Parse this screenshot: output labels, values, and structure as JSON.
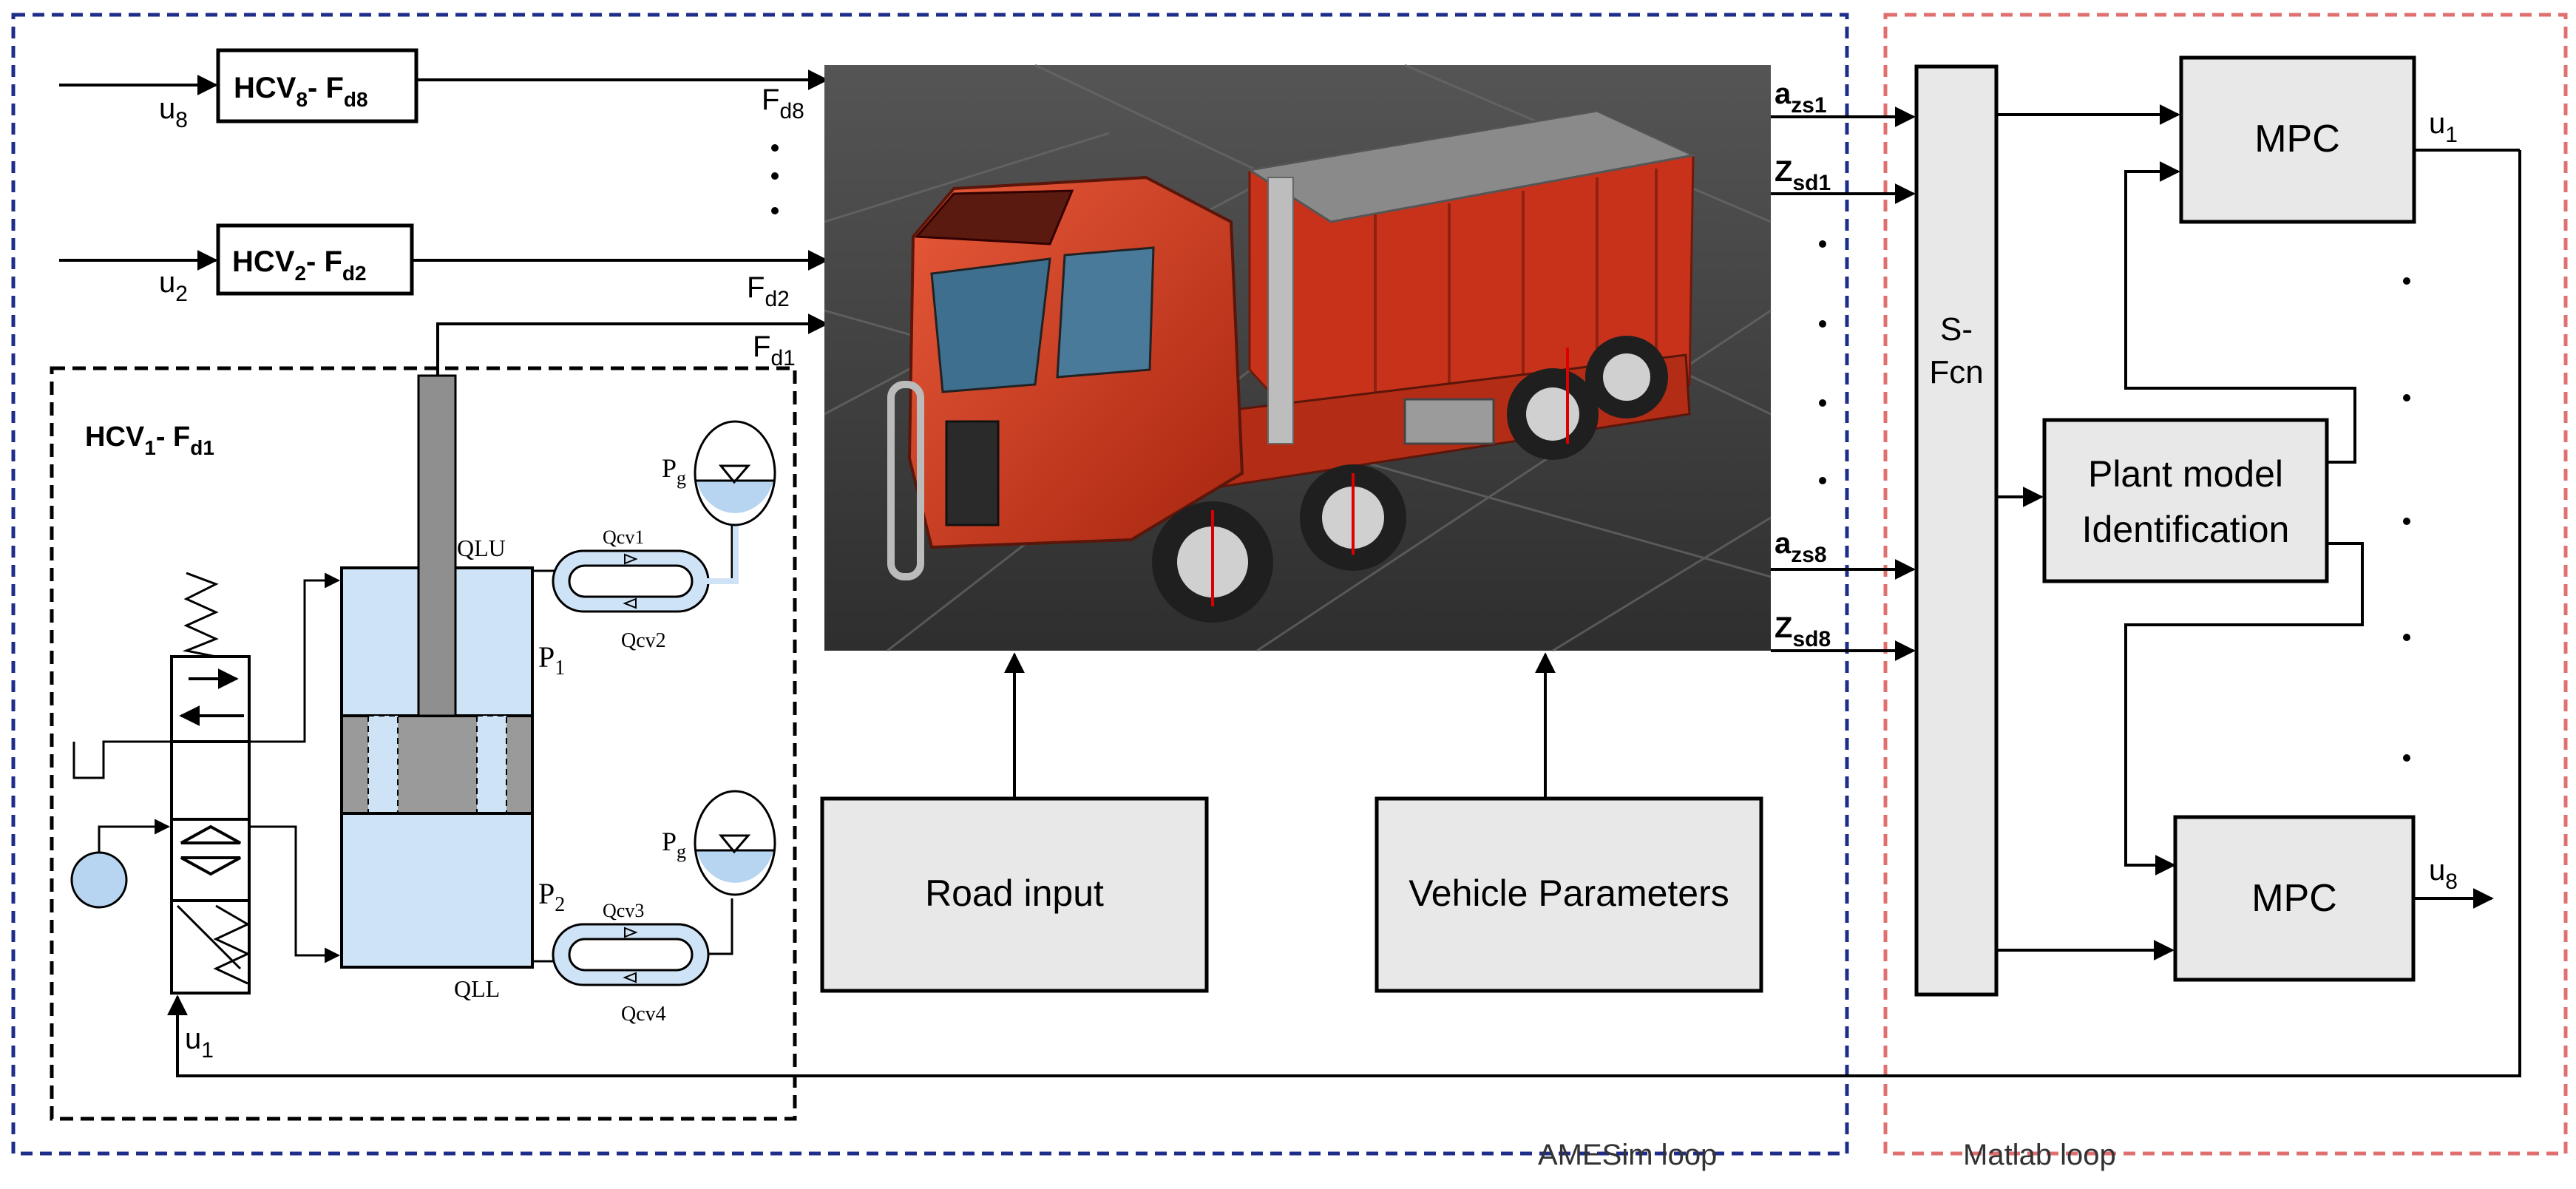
{
  "loops": {
    "amesim_label": "AMESim loop",
    "matlab_label": "Matlab loop",
    "amesim_color": "#1f2d8a",
    "matlab_color": "#e07070"
  },
  "hcv_blocks": [
    {
      "main": "HCV",
      "sub": "8",
      "mid": "- F",
      "sub2": "d8"
    },
    {
      "main": "HCV",
      "sub": "2",
      "mid": "- F",
      "sub2": "d2"
    }
  ],
  "hcv1_title": {
    "main": "HCV",
    "sub": "1",
    "mid": "- F",
    "sub2": "d1"
  },
  "inputs": [
    {
      "main": "u",
      "sub": "8"
    },
    {
      "main": "u",
      "sub": "2"
    }
  ],
  "forces": [
    {
      "main": "F",
      "sub": "d8"
    },
    {
      "main": "F",
      "sub": "d2"
    },
    {
      "main": "F",
      "sub": "d1"
    }
  ],
  "hydraulic": {
    "qlu": "QLU",
    "qll": "QLL",
    "p1": {
      "main": "P",
      "sub": "1"
    },
    "p2": {
      "main": "P",
      "sub": "2"
    },
    "pg_top": {
      "main": "P",
      "sub": "g"
    },
    "pg_bottom": {
      "main": "P",
      "sub": "g"
    },
    "qcv1": "Qcv1",
    "qcv2": "Qcv2",
    "qcv3": "Qcv3",
    "qcv4": "Qcv4",
    "u1": {
      "main": "u",
      "sub": "1"
    },
    "fluid_color": "#cfe3f7",
    "valve_circle_color": "#b7d4f0"
  },
  "signals": [
    {
      "main": "a",
      "sub": "zs1"
    },
    {
      "main": "Z",
      "sub": "sd1"
    },
    {
      "main": "a",
      "sub": "zs8"
    },
    {
      "main": "Z",
      "sub": "sd8"
    }
  ],
  "blocks": {
    "road_input": "Road input",
    "vehicle_parameters": "Vehicle Parameters",
    "sfcn_line1": "S-",
    "sfcn_line2": "Fcn",
    "plant_line1": "Plant model",
    "plant_line2": "Identification",
    "mpc_top": "MPC",
    "mpc_bottom": "MPC"
  },
  "outputs": [
    {
      "main": "u",
      "sub": "1"
    },
    {
      "main": "u",
      "sub": "8"
    }
  ],
  "truck_image": {
    "icon": "dump-truck-icon",
    "cab_color": "#d83a1e",
    "bed_color": "#c8321a",
    "bg_color": "#3e3e3e"
  }
}
